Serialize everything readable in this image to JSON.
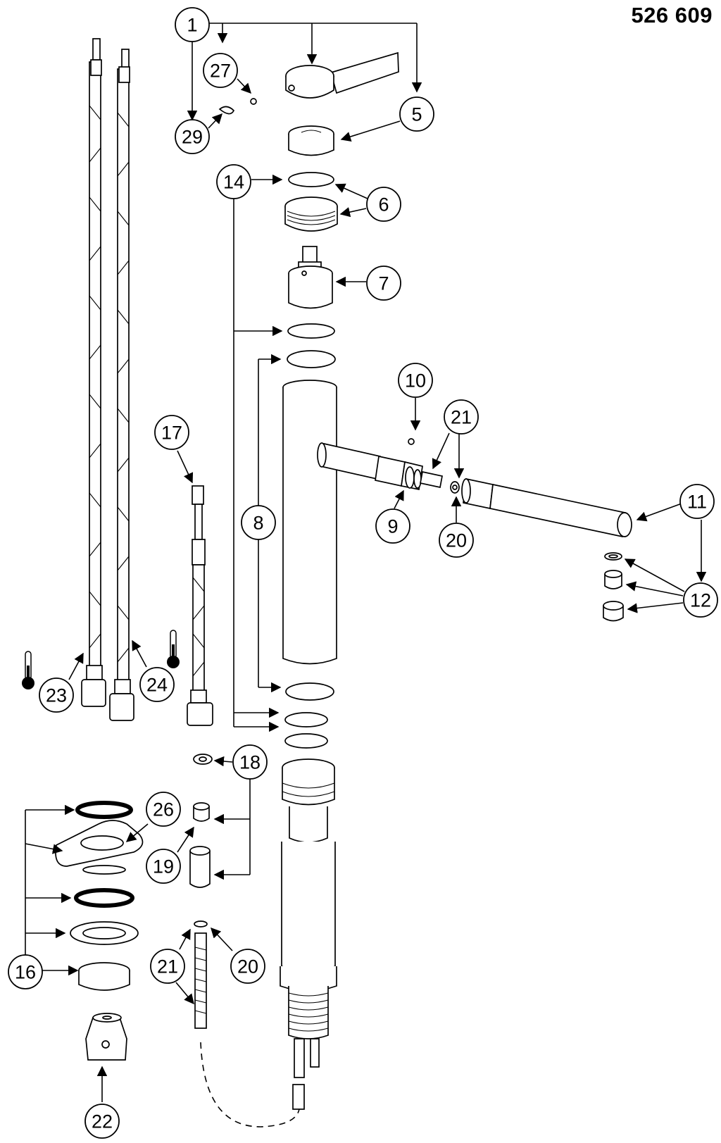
{
  "header": {
    "document_number": "526 609"
  },
  "callouts": [
    {
      "label": "1"
    },
    {
      "label": "27"
    },
    {
      "label": "29"
    },
    {
      "label": "5"
    },
    {
      "label": "14"
    },
    {
      "label": "6"
    },
    {
      "label": "7"
    },
    {
      "label": "8"
    },
    {
      "label": "10"
    },
    {
      "label": "21"
    },
    {
      "label": "9"
    },
    {
      "label": "20"
    },
    {
      "label": "11"
    },
    {
      "label": "12"
    },
    {
      "label": "17"
    },
    {
      "label": "23"
    },
    {
      "label": "24"
    },
    {
      "label": "18"
    },
    {
      "label": "26"
    },
    {
      "label": "19"
    },
    {
      "label": "16"
    },
    {
      "label": "21"
    },
    {
      "label": "20"
    },
    {
      "label": "22"
    }
  ],
  "icons": {
    "thermometer_left": "thermometer-icon",
    "thermometer_right": "thermometer-icon"
  }
}
